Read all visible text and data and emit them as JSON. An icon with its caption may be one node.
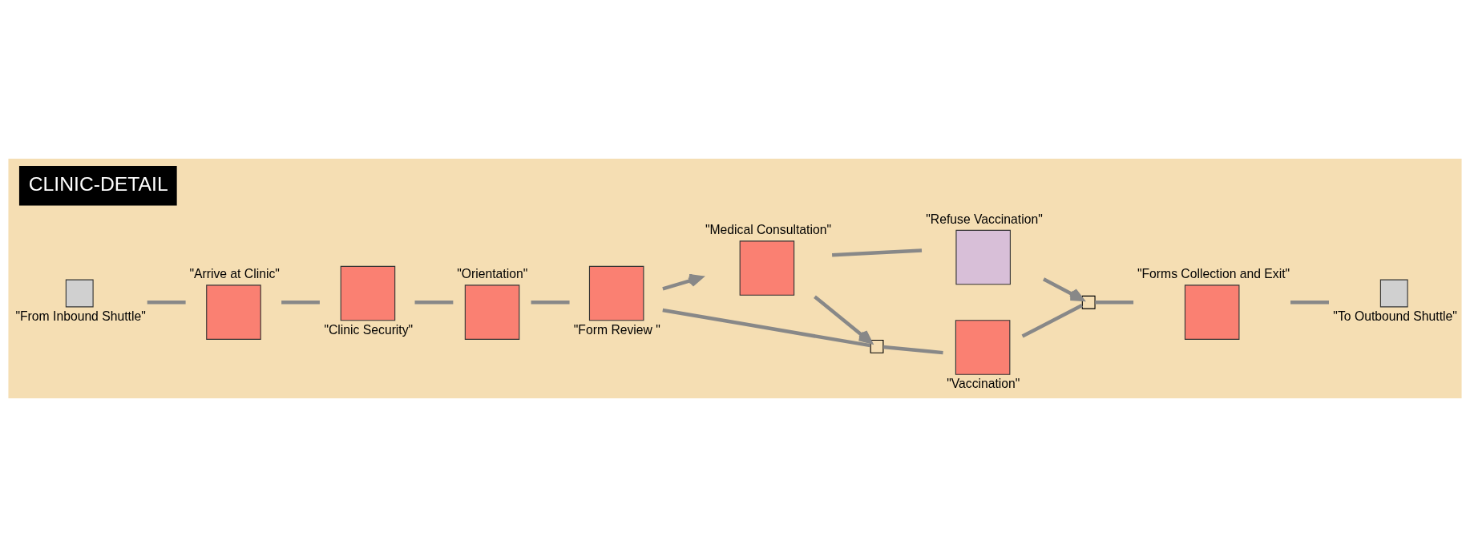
{
  "diagram": {
    "title": "CLINIC-DETAIL",
    "nodes": [
      {
        "text": [
          "\"From Inbound Shuttle\""
        ]
      },
      {
        "text": [
          "\"Arrive at Clinic\""
        ]
      },
      {
        "text": [
          "\"Clinic Security\""
        ]
      },
      {
        "text": [
          "\"Orientation\""
        ]
      },
      {
        "text": [
          "\"Form Review \""
        ]
      },
      {
        "text": [
          "\"Medical Consultation\""
        ]
      },
      {
        "text": [
          "\"Refuse Vaccination\""
        ]
      },
      {
        "text": [],
        "shape": "box"
      },
      {
        "text": [
          "\"Vaccination\""
        ]
      },
      {
        "text": [],
        "shape": "box"
      },
      {
        "text": [
          "\"Forms Collection and Exit\""
        ]
      },
      {
        "text": [
          "\"To Outbound Shuttle\""
        ]
      }
    ],
    "edges": [
      {
        "from": 0,
        "to": 1,
        "arrow": "none"
      },
      {
        "from": 1,
        "to": 2,
        "arrow": "none"
      },
      {
        "from": 2,
        "to": 3,
        "arrow": "none"
      },
      {
        "from": 3,
        "to": 4,
        "arrow": "none"
      },
      {
        "from": 4,
        "to": 5,
        "arrow": "to"
      },
      {
        "from": 4,
        "to": 7,
        "arrow": "none"
      },
      {
        "from": 5,
        "to": 6,
        "arrow": "none"
      },
      {
        "from": 5,
        "to": 7,
        "arrow": "to"
      },
      {
        "from": 7,
        "to": 8,
        "arrow": "none"
      },
      {
        "from": 8,
        "to": 9,
        "arrow": "none"
      },
      {
        "from": 6,
        "to": 9,
        "arrow": "to"
      },
      {
        "from": 9,
        "to": 10,
        "arrow": "none"
      },
      {
        "from": 10,
        "to": 11,
        "arrow": "none"
      }
    ]
  }
}
